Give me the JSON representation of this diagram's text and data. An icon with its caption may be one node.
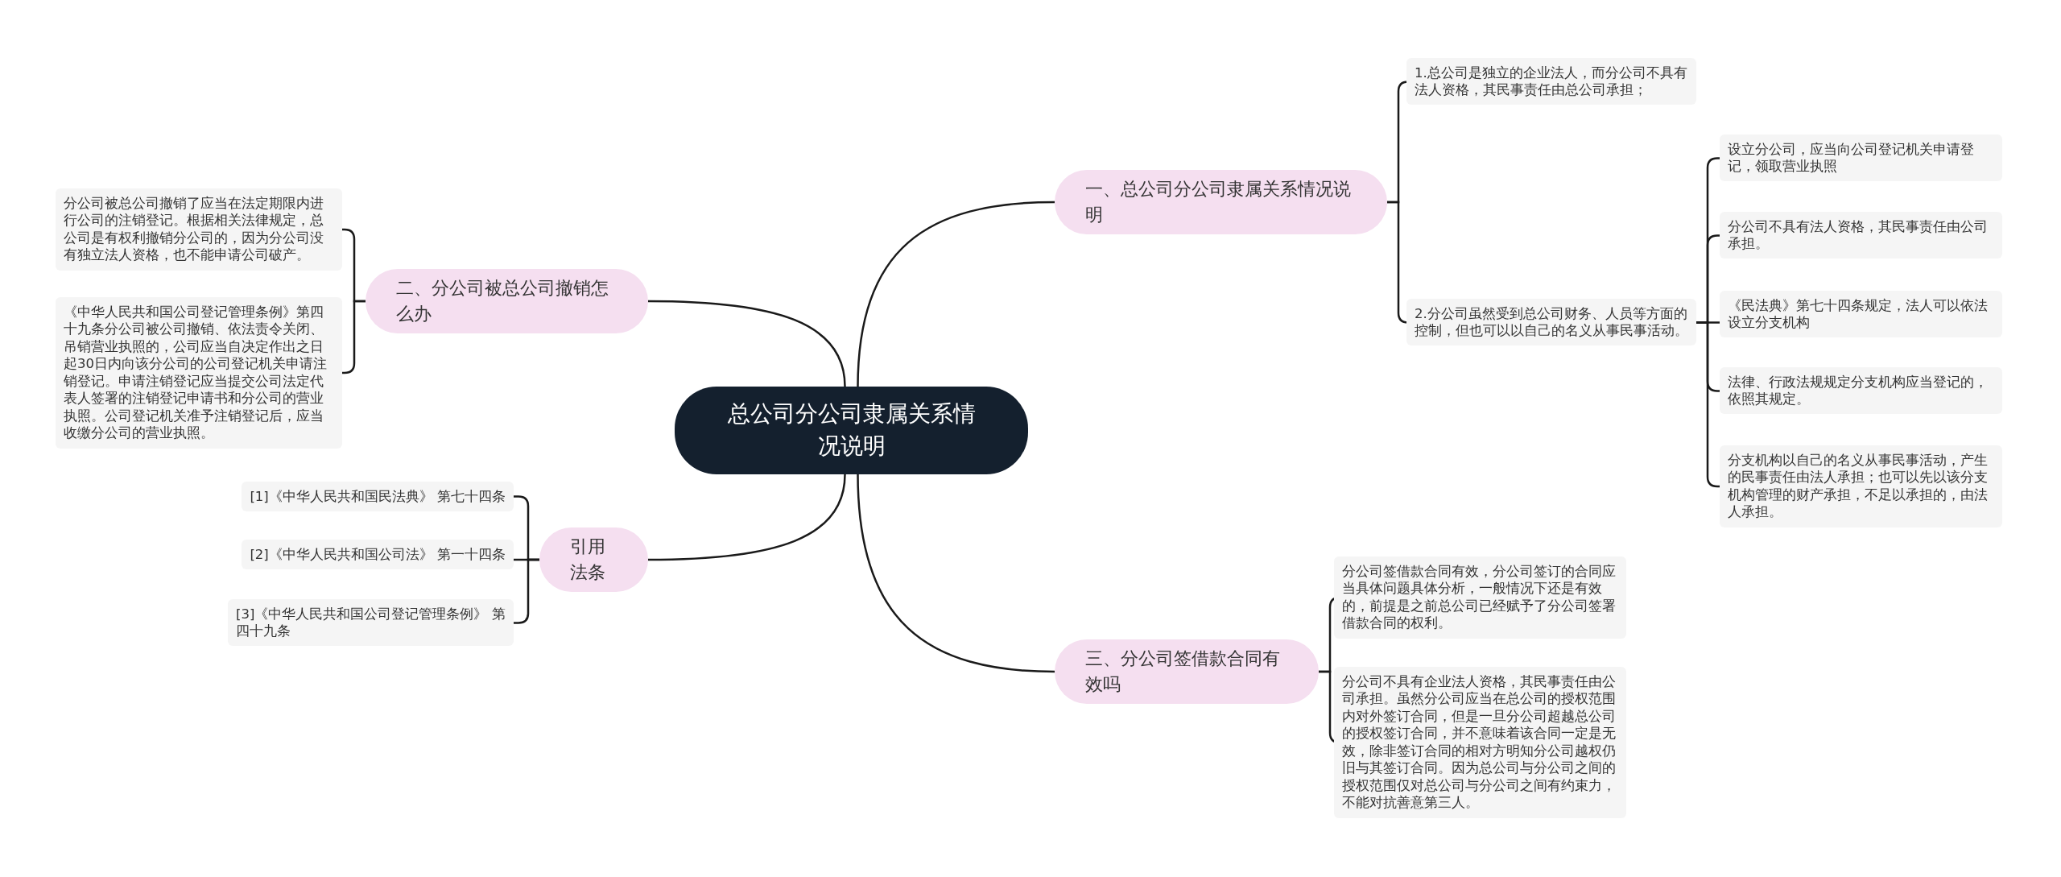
{
  "diagram": {
    "nodes": [
      {
        "text": [
          "总公司分公司隶属关系情况说明"
        ]
      },
      {
        "text": [
          "一、总公司分公司隶属关系情况说明"
        ]
      },
      {
        "text": [
          "1.总公司是独立的企业法人，而分公司不具有法人资格，其民事责任由总公司承担；"
        ]
      },
      {
        "text": [
          "2.分公司虽然受到总公司财务、人员等方面的控制，但也可以以自己的名义从事民事活动。"
        ]
      },
      {
        "text": [
          "设立分公司，应当向公司登记机关申请登记，领取营业执照"
        ]
      },
      {
        "text": [
          "分公司不具有法人资格，其民事责任由公司承担。"
        ]
      },
      {
        "text": [
          "《民法典》第七十四条规定，法人可以依法设立分支机构"
        ]
      },
      {
        "text": [
          "法律、行政法规规定分支机构应当登记的，依照其规定。"
        ]
      },
      {
        "text": [
          "分支机构以自己的名义从事民事活动，产生的民事责任由法人承担；也可以先以该分支机构管理的财产承担，不足以承担的，由法人承担。"
        ]
      },
      {
        "text": [
          "二、分公司被总公司撤销怎么办"
        ]
      },
      {
        "text": [
          "分公司被总公司撤销了应当在法定期限内进行公司的注销登记。根据相关法律规定，总公司是有权利撤销分公司的，因为分公司没有独立法人资格，也不能申请公司破产。"
        ]
      },
      {
        "text": [
          "《中华人民共和国公司登记管理条例》第四十九条分公司被公司撤销、依法责令关闭、吊销营业执照的，公司应当自决定作出之日起30日内向该分公司的公司登记机关申请注销登记。申请注销登记应当提交公司法定代表人签署的注销登记申请书和分公司的营业执照。公司登记机关准予注销登记后，应当收缴分公司的营业执照。"
        ]
      },
      {
        "text": [
          "引用法条"
        ]
      },
      {
        "text": [
          "[1]《中华人民共和国民法典》 第七十四条"
        ]
      },
      {
        "text": [
          "[2]《中华人民共和国公司法》 第一十四条"
        ]
      },
      {
        "text": [
          "[3]《中华人民共和国公司登记管理条例》 第四十九条"
        ]
      },
      {
        "text": [
          "三、分公司签借款合同有效吗"
        ]
      },
      {
        "text": [
          "分公司签借款合同有效，分公司签订的合同应当具体问题具体分析，一般情况下还是有效的，前提是之前总公司已经赋予了分公司签署借款合同的权利。"
        ]
      },
      {
        "text": [
          "分公司不具有企业法人资格，其民事责任由公司承担。虽然分公司应当在总公司的授权范围内对外签订合同，但是一旦分公司超越总公司的授权签订合同，并不意味着该合同一定是无效，除非签订合同的相对方明知分公司越权仍旧与其签订合同。因为总公司与分公司之间的授权范围仅对总公司与分公司之间有约束力，不能对抗善意第三人。"
        ]
      }
    ],
    "edges": [
      {
        "from": 0,
        "to": 1,
        "arrow": "none"
      },
      {
        "from": 1,
        "to": 2,
        "arrow": "none"
      },
      {
        "from": 1,
        "to": 3,
        "arrow": "none"
      },
      {
        "from": 3,
        "to": 4,
        "arrow": "none"
      },
      {
        "from": 3,
        "to": 5,
        "arrow": "none"
      },
      {
        "from": 3,
        "to": 6,
        "arrow": "none"
      },
      {
        "from": 3,
        "to": 7,
        "arrow": "none"
      },
      {
        "from": 3,
        "to": 8,
        "arrow": "none"
      },
      {
        "from": 0,
        "to": 9,
        "arrow": "none"
      },
      {
        "from": 9,
        "to": 10,
        "arrow": "none"
      },
      {
        "from": 9,
        "to": 11,
        "arrow": "none"
      },
      {
        "from": 0,
        "to": 12,
        "arrow": "none"
      },
      {
        "from": 12,
        "to": 13,
        "arrow": "none"
      },
      {
        "from": 12,
        "to": 14,
        "arrow": "none"
      },
      {
        "from": 12,
        "to": 15,
        "arrow": "none"
      },
      {
        "from": 0,
        "to": 16,
        "arrow": "none"
      },
      {
        "from": 16,
        "to": 17,
        "arrow": "none"
      },
      {
        "from": 16,
        "to": 18,
        "arrow": "none"
      }
    ]
  }
}
